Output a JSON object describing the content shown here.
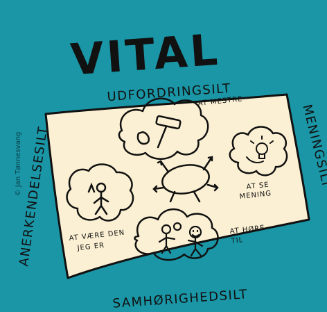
{
  "title": "VITAL",
  "sides": {
    "top": "UDFORDRINGSILT",
    "right": "MENINGSILT",
    "bottom": "SAMHØRIGHEDSILT",
    "left": "ANERKENDELSESILT"
  },
  "credit": "© Jan Tønnesvang",
  "clouds": {
    "master": "AT MESTRE",
    "meaning_line1": "AT SE",
    "meaning_line2": "MENING",
    "belong_line1": "AT HØRE",
    "belong_line2": "TIL",
    "self_line1": "AT VÆRE DEN",
    "self_line2": "JEG ER"
  },
  "colors": {
    "background": "#1a96a6",
    "paper": "#fbf0d3",
    "ink": "#111111"
  },
  "icons": [
    "hammer-icon",
    "lightbulb-icon",
    "two-people-icon",
    "stick-figure-icon",
    "person-with-arrows-icon"
  ]
}
